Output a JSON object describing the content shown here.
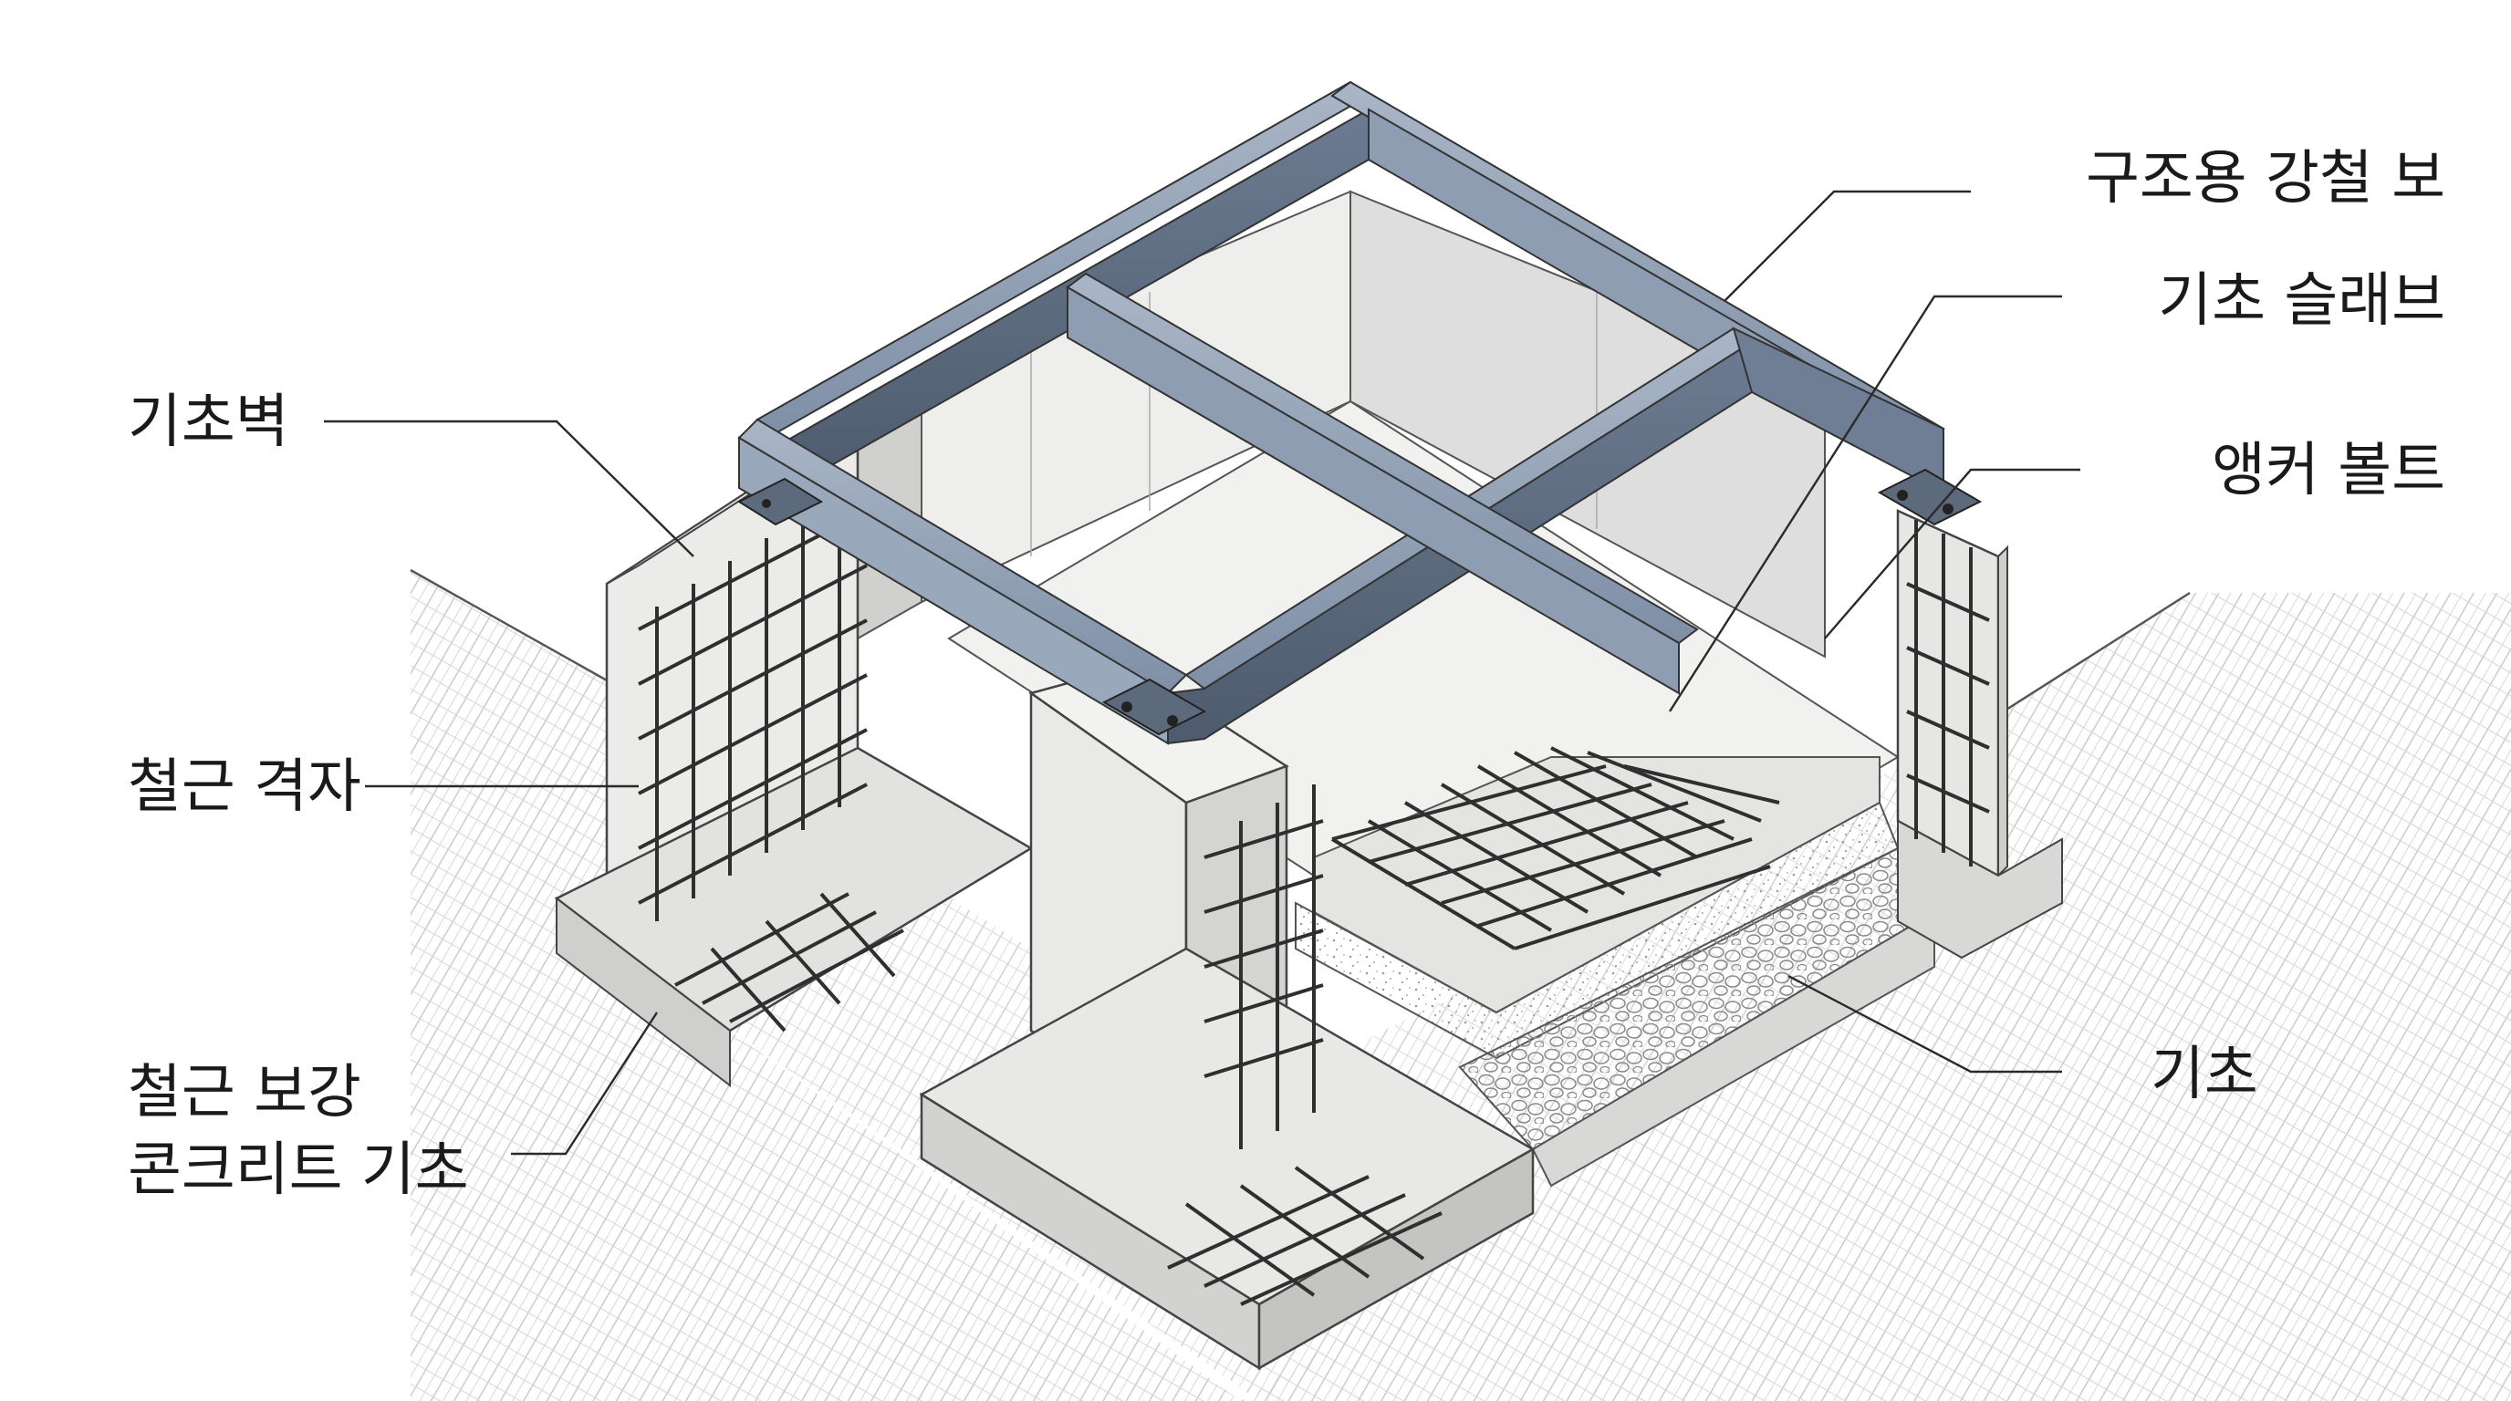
{
  "labels": {
    "steel_beam": "구조용 강철 보",
    "foundation_slab": "기초 슬래브",
    "anchor_bolt": "앵커 볼트",
    "foundation": "기초",
    "foundation_wall": "기초벽",
    "rebar_grid": "철근 격자",
    "rc_footing_line1": "철근 보강",
    "rc_footing_line2": "콘크리트 기초"
  },
  "colors": {
    "steel": "#7f8fa6",
    "concrete": "#e8e8e6",
    "soil_hatch": "#b9b9b9",
    "rebar": "#2f2f2f"
  }
}
